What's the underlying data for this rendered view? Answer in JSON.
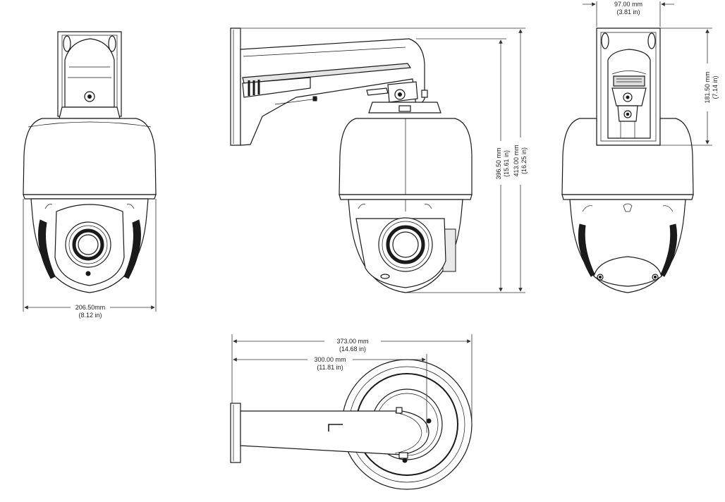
{
  "dimensions": {
    "front_width": {
      "mm": "206.50mm",
      "in": "(8.12 in)"
    },
    "side_height_396": {
      "mm": "396.50 mm",
      "in": "(15.61 in)"
    },
    "side_height_413": {
      "mm": "413.00 mm",
      "in": "(16.25 in)"
    },
    "rear_width": {
      "mm": "97.00 mm",
      "in": "(3.81 in)"
    },
    "rear_height": {
      "mm": "181.50 mm",
      "in": "(7.14 in)"
    },
    "top_length_373": {
      "mm": "373.00 mm",
      "in": "(14.68 in)"
    },
    "top_length_300": {
      "mm": "300.00 mm",
      "in": "(11.81 in)"
    }
  }
}
